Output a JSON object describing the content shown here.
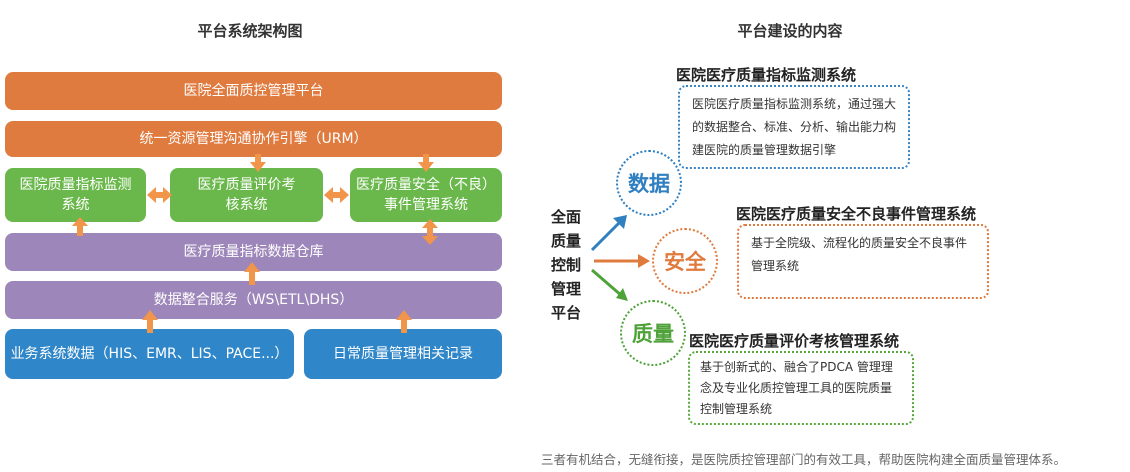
{
  "left": {
    "title": "平台系统架构图",
    "platform": "医院全面质控管理平台",
    "urm": "统一资源管理沟通协作引擎（URM）",
    "monitor": "医院质量指标监测系统",
    "assessment": "医疗质量评价考核系统",
    "safety": "医疗质量安全（不良）事件管理系统",
    "warehouse": "医疗质量指标数据仓库",
    "integration": "数据整合服务（WS\\ETL\\DHS）",
    "business_data": "业务系统数据（HIS、EMR、LIS、PACE...）",
    "daily_records": "日常质量管理相关记录"
  },
  "right": {
    "title": "平台建设的内容",
    "center_label": "全面质量控制管理平台",
    "items": [
      {
        "badge": "数据",
        "heading": "医院医疗质量指标监测系统",
        "description": "医院医疗质量指标监测系统，通过强大的数据整合、标准、分析、输出能力构建医院的质量管理数据引擎",
        "color": "#2f7fc1"
      },
      {
        "badge": "安全",
        "heading": "医院医疗质量安全不良事件管理系统",
        "description": "基于全院级、流程化的质量安全不良事件管理系统",
        "color": "#e07b3f"
      },
      {
        "badge": "质量",
        "heading": "医院医疗质量评价考核管理系统",
        "description": "基于创新式的、融合了PDCA 管理理念及专业化质控管理工具的医院质量控制管理系统",
        "color": "#4fa23a"
      }
    ],
    "caption": "三者有机结合，无缝衔接，是医院质控管理部门的有效工具，帮助医院构建全面质量管理体系。"
  },
  "colors": {
    "orange": "#e07b3f",
    "green": "#6ab84b",
    "purple": "#9d86b9",
    "blue": "#2f86c8"
  }
}
